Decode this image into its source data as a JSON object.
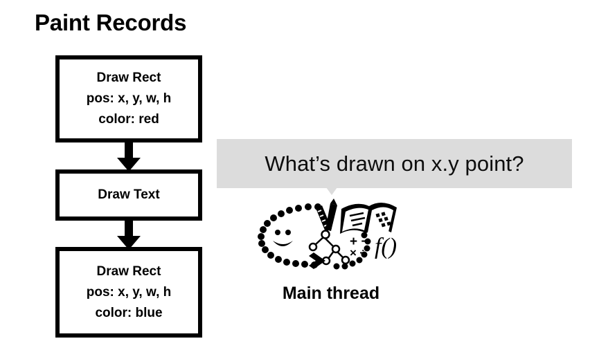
{
  "slide": {
    "title": "Paint Records",
    "background_color": "#ffffff",
    "ink_color": "#000000"
  },
  "paint_records": [
    {
      "name": "draw-rect-red",
      "lines": [
        "Draw Rect",
        "pos: x, y, w, h",
        "color: red"
      ]
    },
    {
      "name": "draw-text",
      "lines": [
        "Draw Text"
      ]
    },
    {
      "name": "draw-rect-blue",
      "lines": [
        "Draw Rect",
        "pos: x, y, w, h",
        "color: blue"
      ]
    }
  ],
  "connectors": [
    {
      "name": "arrow-record-1-to-2",
      "direction": "down"
    },
    {
      "name": "arrow-record-2-to-3",
      "direction": "down"
    }
  ],
  "question_bubble": {
    "text": "What’s drawn on x.y point?",
    "background_color": "#dcdcdc",
    "text_color": "#0d0d0d",
    "tail": "down"
  },
  "thinking_illustration": {
    "name": "thinking-head-icon",
    "elements": [
      "dotted-oval-head",
      "smiley-face",
      "ruler-icon",
      "pencil-icon",
      "open-book-icon",
      "tree-diagram-icon",
      "math-symbols",
      "function-notation",
      "chevron-arrow"
    ],
    "math_symbols_top": "+ −",
    "math_symbols_bottom": "× ÷",
    "function_notation": "f()"
  },
  "thread_label": {
    "text": "Main thread"
  }
}
